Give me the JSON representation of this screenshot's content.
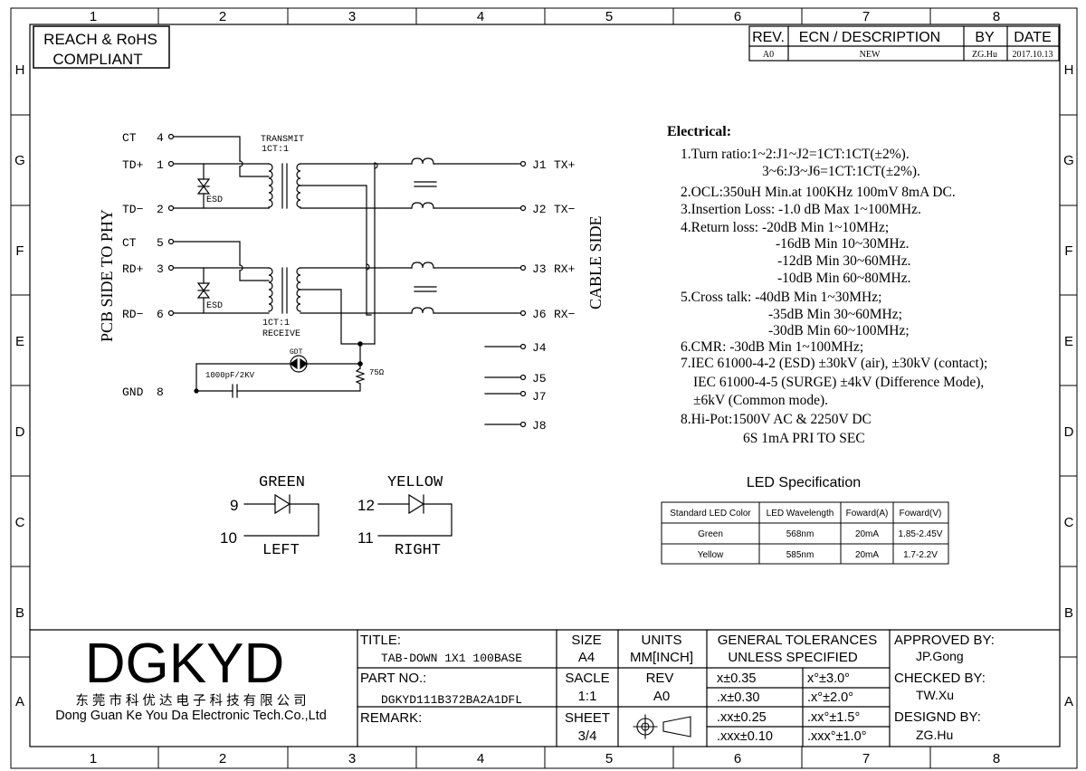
{
  "frame": {
    "cols": [
      "1",
      "2",
      "3",
      "4",
      "5",
      "6",
      "7",
      "8"
    ],
    "rows": [
      "H",
      "G",
      "F",
      "E",
      "D",
      "C",
      "B",
      "A"
    ]
  },
  "compliance": {
    "line1": "REACH & RoHS",
    "line2": "COMPLIANT"
  },
  "revision": {
    "headers": [
      "REV.",
      "ECN / DESCRIPTION",
      "BY",
      "DATE"
    ],
    "row": [
      "A0",
      "NEW",
      "ZG.Hu",
      "2017.10.13"
    ]
  },
  "schematic": {
    "left_side_label": "PCB SIDE TO PHY",
    "right_side_label": "CABLE SIDE",
    "transmit_label": "TRANSMIT",
    "transmit_ratio": "1CT:1",
    "receive_label": "RECEIVE",
    "receive_ratio": "1CT:1",
    "esd_label": "ESD",
    "gdt_label": "GDT",
    "resistor_label": "75Ω",
    "cap_label": "1000pF/2KV",
    "left_pins": [
      {
        "name": "CT",
        "num": "4"
      },
      {
        "name": "TD+",
        "num": "1"
      },
      {
        "name": "TD−",
        "num": "2"
      },
      {
        "name": "CT",
        "num": "5"
      },
      {
        "name": "RD+",
        "num": "3"
      },
      {
        "name": "RD−",
        "num": "6"
      },
      {
        "name": "GND",
        "num": "8"
      }
    ],
    "right_pins": [
      {
        "name": "J1",
        "sig": "TX+"
      },
      {
        "name": "J2",
        "sig": "TX−"
      },
      {
        "name": "J3",
        "sig": "RX+"
      },
      {
        "name": "J6",
        "sig": "RX−"
      },
      {
        "name": "J4",
        "sig": ""
      },
      {
        "name": "J5",
        "sig": ""
      },
      {
        "name": "J7",
        "sig": ""
      },
      {
        "name": "J8",
        "sig": ""
      }
    ]
  },
  "leds": {
    "green": {
      "label": "GREEN",
      "pin_a": "9",
      "pin_b": "10",
      "side": "LEFT"
    },
    "yellow": {
      "label": "YELLOW",
      "pin_a": "12",
      "pin_b": "11",
      "side": "RIGHT"
    }
  },
  "electrical": {
    "title": "Electrical:",
    "lines": [
      "1.Turn ratio:1~2:J1~J2=1CT:1CT(±2%).",
      "3~6:J3~J6=1CT:1CT(±2%).",
      "2.OCL:350uH Min.at 100KHz 100mV 8mA DC.",
      "3.Insertion Loss: -1.0 dB Max 1~100MHz.",
      "4.Return loss: -20dB Min 1~10MHz;",
      "-16dB Min 10~30MHz.",
      "-12dB Min 30~60MHz.",
      "-10dB Min 60~80MHz.",
      "5.Cross talk: -40dB Min 1~30MHz;",
      "-35dB Min 30~60MHz;",
      "-30dB Min 60~100MHz;",
      "6.CMR: -30dB Min 1~100MHz;",
      "7.IEC 61000-4-2 (ESD) ±30kV (air), ±30kV (contact);",
      "IEC 61000-4-5 (SURGE) ±4kV (Difference Mode),",
      "±6kV (Common mode).",
      "8.Hi-Pot:1500V AC & 2250V DC",
      "6S 1mA PRI TO SEC"
    ]
  },
  "led_spec": {
    "title": "LED Specification",
    "headers": [
      "Standard LED Color",
      "LED Wavelength",
      "Foward(A)",
      "Foward(V)"
    ],
    "rows": [
      [
        "Green",
        "568nm",
        "20mA",
        "1.85-2.45V"
      ],
      [
        "Yellow",
        "585nm",
        "20mA",
        "1.7-2.2V"
      ]
    ]
  },
  "title_block": {
    "company": "DGKYD",
    "company_cn": "东 莞 市 科 优 达 电 子 科 技 有 限 公 司",
    "company_en": "Dong Guan Ke You Da Electronic Tech.Co.,Ltd",
    "title_label": "TITLE:",
    "title_value": "TAB-DOWN 1X1 100BASE",
    "part_label": "PART NO.:",
    "part_value": "DGKYD111B372BA2A1DFL",
    "remark_label": "REMARK:",
    "size_label": "SIZE",
    "size_value": "A4",
    "units_label": "UNITS",
    "units_value": "MM[INCH]",
    "scale_label": "SACLE",
    "scale_value": "1:1",
    "rev_label": "REV",
    "rev_value": "A0",
    "sheet_label": "SHEET",
    "sheet_value": "3/4",
    "tol_line1": "GENERAL TOLERANCES",
    "tol_line2": "UNLESS SPECIFIED",
    "tolerances": [
      [
        "x±0.35",
        "x°±3.0°"
      ],
      [
        ".x±0.30",
        ".x°±2.0°"
      ],
      [
        ".xx±0.25",
        ".xx°±1.5°"
      ],
      [
        ".xxx±0.10",
        ".xxx°±1.0°"
      ]
    ],
    "approved_label": "APPROVED BY:",
    "approved_value": "JP.Gong",
    "checked_label": "CHECKED BY:",
    "checked_value": "TW.Xu",
    "designed_label": "DESIGND BY:",
    "designed_value": "ZG.Hu"
  }
}
